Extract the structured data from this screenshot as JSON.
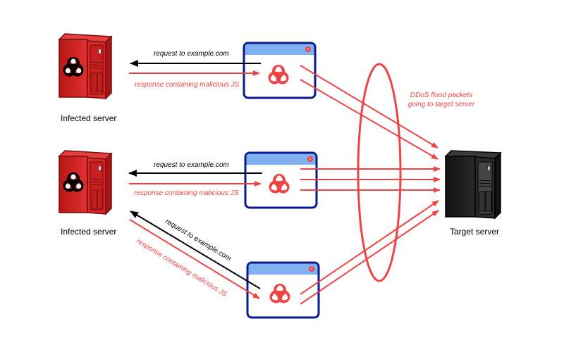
{
  "title": "DDoS via malicious JS injected by infected servers",
  "colors": {
    "attack": "#ef4444",
    "request": "#000000",
    "infected_server": "#cc1a1a",
    "target_server": "#1a1a1a",
    "browser_border": "#0a1a8c",
    "browser_titlebar": "#7fb0f0"
  },
  "nodes": {
    "infected_servers": [
      {
        "label": "Infected server",
        "icon": "biohazard-server-icon"
      },
      {
        "label": "Infected server",
        "icon": "biohazard-server-icon"
      }
    ],
    "target_server": {
      "label": "Target server",
      "icon": "server-icon"
    },
    "browsers": [
      {
        "icon": "biohazard-icon",
        "close_icon": "close-icon"
      },
      {
        "icon": "biohazard-icon",
        "close_icon": "close-icon"
      },
      {
        "icon": "biohazard-icon",
        "close_icon": "close-icon"
      }
    ]
  },
  "edges": {
    "request_label": "request to example.com",
    "response_label": "response containing malicious JS",
    "flood_label_line1": "DDoS flood packets",
    "flood_label_line2": "going to target server"
  }
}
